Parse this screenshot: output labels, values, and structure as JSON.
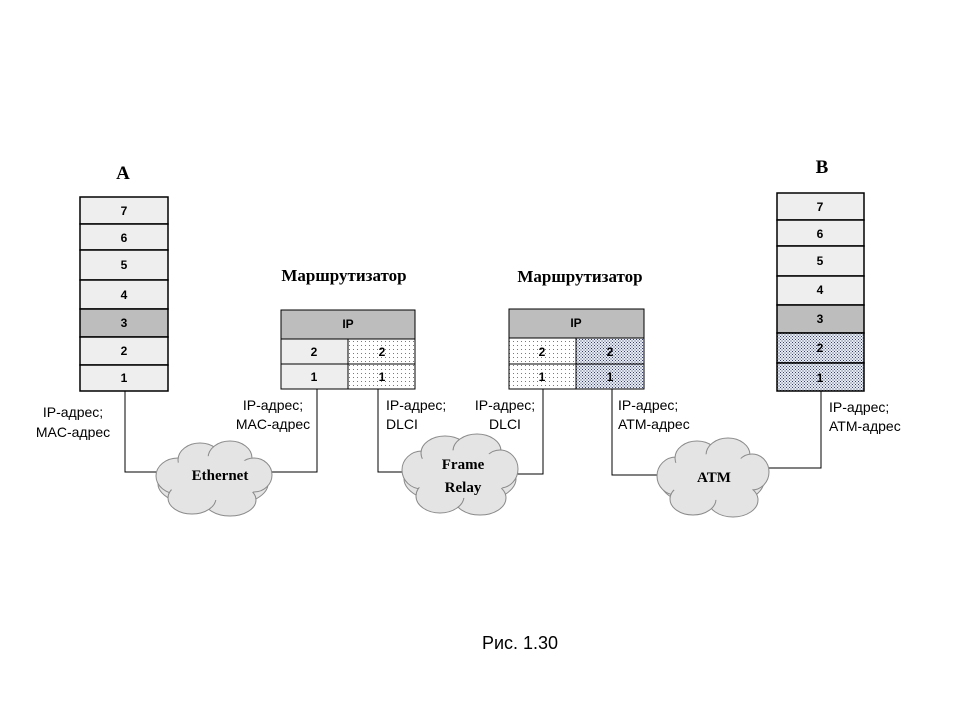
{
  "host_a": {
    "label": "A",
    "layers": [
      "7",
      "6",
      "5",
      "4",
      "3",
      "2",
      "1"
    ]
  },
  "host_b": {
    "label": "B",
    "layers": [
      "7",
      "6",
      "5",
      "4",
      "3",
      "2",
      "1"
    ]
  },
  "router1": {
    "title": "Маршрутизатор",
    "top": "IP",
    "left": [
      "2",
      "1"
    ],
    "right": [
      "2",
      "1"
    ]
  },
  "router2": {
    "title": "Маршрутизатор",
    "top": "IP",
    "left": [
      "2",
      "1"
    ],
    "right": [
      "2",
      "1"
    ]
  },
  "addr": {
    "a": [
      "IP-адрес;",
      "MAC-адрес"
    ],
    "r1_left": [
      "IP-адрес;",
      "MAC-адрес"
    ],
    "r1_right": [
      "IP-адрес;",
      "DLCI"
    ],
    "r2_left": [
      "IP-адрес;",
      "DLCI"
    ],
    "r2_right": [
      "IP-адрес;",
      "ATM-адрес"
    ],
    "b": [
      "IP-адрес;",
      "ATM-адрес"
    ]
  },
  "clouds": {
    "ethernet": [
      "Ethernet"
    ],
    "frame_relay": [
      "Frame",
      "Relay"
    ],
    "atm": [
      "ATM"
    ]
  },
  "caption": "Рис. 1.30"
}
